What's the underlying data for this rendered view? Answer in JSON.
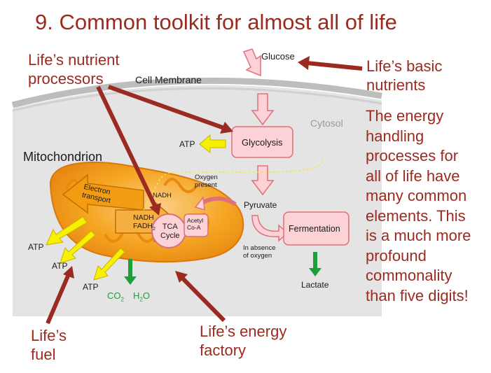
{
  "title": "9. Common toolkit for almost all of life",
  "callouts": {
    "nutrient_processors": [
      "Life’s nutrient",
      "processors"
    ],
    "basic_nutrients": [
      "Life’s basic",
      "nutrients"
    ],
    "fuel": [
      "Life’s",
      "fuel"
    ],
    "energy_factory": [
      "Life’s energy",
      "factory"
    ]
  },
  "paragraph_lines": [
    "The energy",
    "handling",
    "processes for",
    "all of life have",
    "many common",
    "elements. This",
    "is a much more",
    "profound",
    "commonality",
    "than five digits!"
  ],
  "diagram": {
    "glucose": "Glucose",
    "cell_membrane": "Cell Membrane",
    "cytosol": "Cytosol",
    "mitochondrion": "Mitochondrion",
    "glycolysis": "Glycolysis",
    "atp": "ATP",
    "oxygen_present": [
      "Oxygen",
      "present"
    ],
    "nadh": "NADH",
    "pyruvate": "Pyruvate",
    "fermentation": "Fermentation",
    "in_absence": [
      "In absence",
      "of oxygen"
    ],
    "lactate": "Lactate",
    "electron_transport": [
      "Electron",
      "transport"
    ],
    "nadh_fadh": [
      "NADH",
      "FADH"
    ],
    "fadh_sub": "2",
    "tca": [
      "TCA",
      "Cycle"
    ],
    "acetyl": [
      "Acetyl",
      "Co-A"
    ],
    "co2": "CO",
    "co2_sub": "2",
    "h2o": "H",
    "h2o_sub": "2",
    "h2o_end": "O"
  },
  "colors": {
    "accent": "#9b2b20",
    "cell": "#e3e3e3",
    "pink_fill": "#fcd2d6",
    "pink_stroke": "#e0707a",
    "mito_orange": "#f5a623",
    "yellow_arrow": "#f7f000",
    "green_arrow": "#1e9e3a"
  }
}
